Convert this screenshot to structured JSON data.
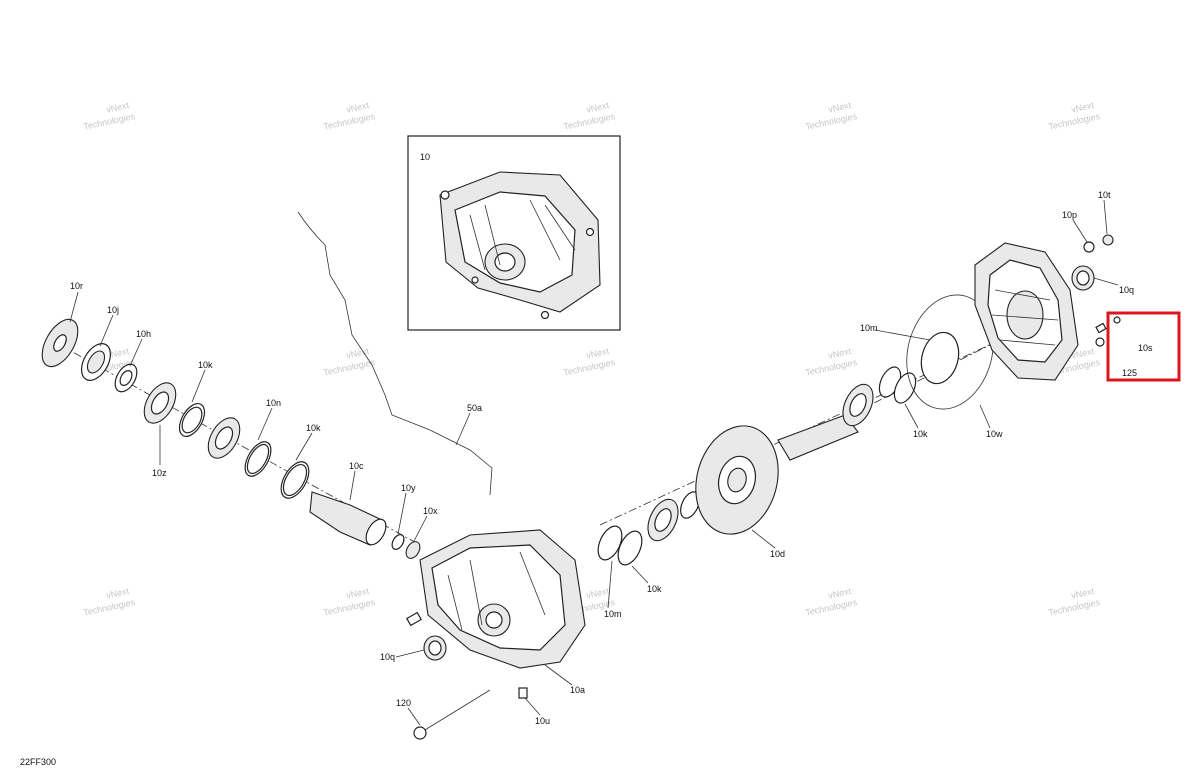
{
  "diagram": {
    "watermark": {
      "line1": "vNext",
      "line2": "Technologies"
    },
    "figure_code": "22FF300",
    "inset_label": "10",
    "highlight_color": "#e0141e",
    "callouts": [
      {
        "id": "10r",
        "text": "10r"
      },
      {
        "id": "10j",
        "text": "10j"
      },
      {
        "id": "10h",
        "text": "10h"
      },
      {
        "id": "10k_left",
        "text": "10k"
      },
      {
        "id": "10z",
        "text": "10z"
      },
      {
        "id": "10n",
        "text": "10n"
      },
      {
        "id": "10k_mid",
        "text": "10k"
      },
      {
        "id": "10c",
        "text": "10c"
      },
      {
        "id": "10y",
        "text": "10y"
      },
      {
        "id": "10x",
        "text": "10x"
      },
      {
        "id": "50a",
        "text": "50a"
      },
      {
        "id": "10q_bottom",
        "text": "10q"
      },
      {
        "id": "120",
        "text": "120"
      },
      {
        "id": "10u",
        "text": "10u"
      },
      {
        "id": "10a",
        "text": "10a"
      },
      {
        "id": "10m_bottom",
        "text": "10m"
      },
      {
        "id": "10k_bottom",
        "text": "10k"
      },
      {
        "id": "10d",
        "text": "10d"
      },
      {
        "id": "10m_top",
        "text": "10m"
      },
      {
        "id": "10k_right",
        "text": "10k"
      },
      {
        "id": "10w",
        "text": "10w"
      },
      {
        "id": "10p",
        "text": "10p"
      },
      {
        "id": "10t",
        "text": "10t"
      },
      {
        "id": "10q_top",
        "text": "10q"
      },
      {
        "id": "10s",
        "text": "10s"
      },
      {
        "id": "125",
        "text": "125"
      }
    ]
  }
}
